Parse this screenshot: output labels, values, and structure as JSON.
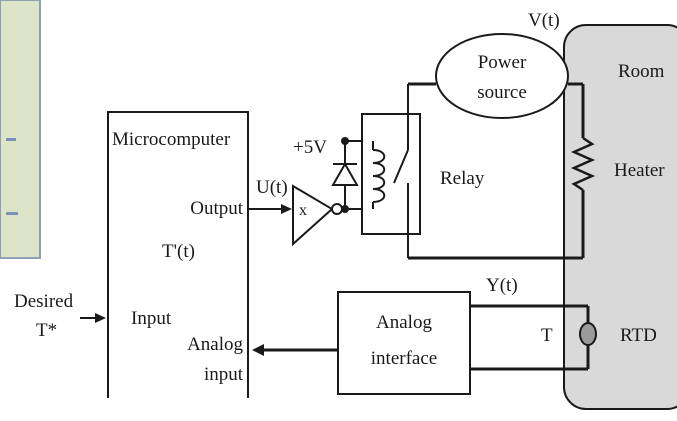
{
  "labels": {
    "microcomputer": "Microcomputer",
    "output": "Output",
    "t_prime": "T'(t)",
    "input": "Input",
    "analog_input_1": "Analog",
    "analog_input_2": "input",
    "desired_1": "Desired",
    "desired_2": "T*",
    "u_t": "U(t)",
    "x": "x",
    "plus_5v": "+5V",
    "relay": "Relay",
    "v_t": "V(t)",
    "power_1": "Power",
    "power_2": "source",
    "room": "Room",
    "heater": "Heater",
    "y_t": "Y(t)",
    "t": "T",
    "rtd": "RTD",
    "analog_interface_1": "Analog",
    "analog_interface_2": "interface"
  },
  "colors": {
    "room_fill": "#d9d9d9",
    "line": "#1a1a1a",
    "rtd_fill": "#9a9a9a",
    "thumbnail_fill": "#dde4c8"
  }
}
